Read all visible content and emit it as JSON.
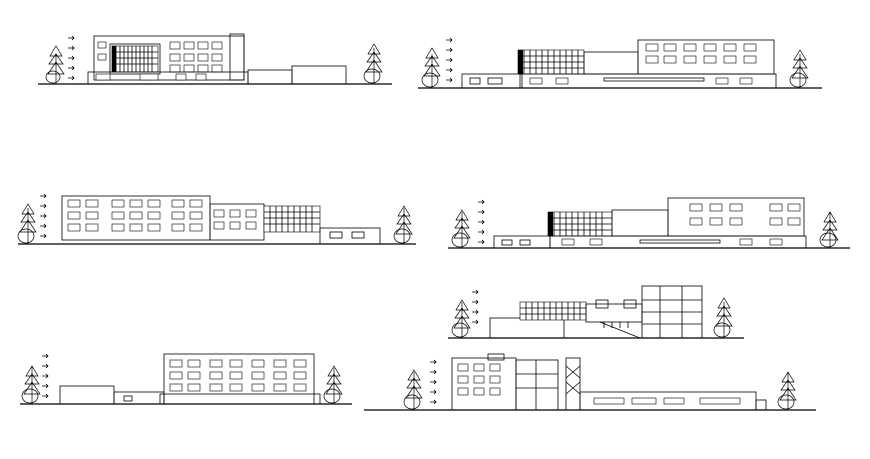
{
  "drawing": {
    "background": "#ffffff",
    "line_color": "#000000",
    "elevations": [
      {
        "id": "elevation-1"
      },
      {
        "id": "elevation-2"
      },
      {
        "id": "elevation-3"
      },
      {
        "id": "elevation-4"
      },
      {
        "id": "elevation-5"
      },
      {
        "id": "elevation-6"
      },
      {
        "id": "elevation-7"
      }
    ]
  }
}
